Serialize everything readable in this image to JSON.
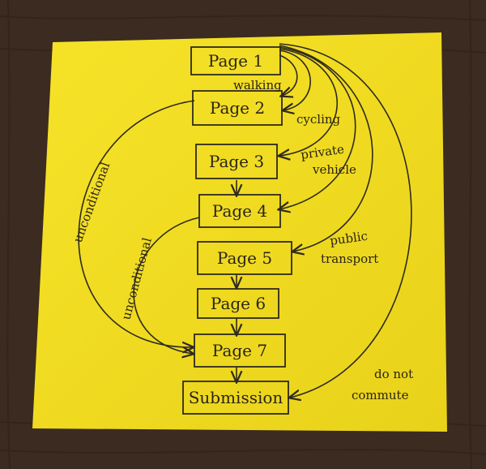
{
  "background": {
    "wood": "#3a2a1f",
    "note": "#f2df1f",
    "ink": "#2e2a1c"
  },
  "nodes": [
    {
      "id": "page1",
      "label": "Page 1"
    },
    {
      "id": "page2",
      "label": "Page 2"
    },
    {
      "id": "page3",
      "label": "Page 3"
    },
    {
      "id": "page4",
      "label": "Page 4"
    },
    {
      "id": "page5",
      "label": "Page 5"
    },
    {
      "id": "page6",
      "label": "Page 6"
    },
    {
      "id": "page7",
      "label": "Page 7"
    },
    {
      "id": "submission",
      "label": "Submission"
    }
  ],
  "edge_labels": {
    "walking": "walking",
    "cycling": "cycling",
    "private_vehicle_1": "private",
    "private_vehicle_2": "vehicle",
    "public_transport_1": "public",
    "public_transport_2": "transport",
    "do_not_commute_1": "do not",
    "do_not_commute_2": "commute",
    "unconditional_outer": "unconditional",
    "unconditional_inner": "unconditional"
  }
}
